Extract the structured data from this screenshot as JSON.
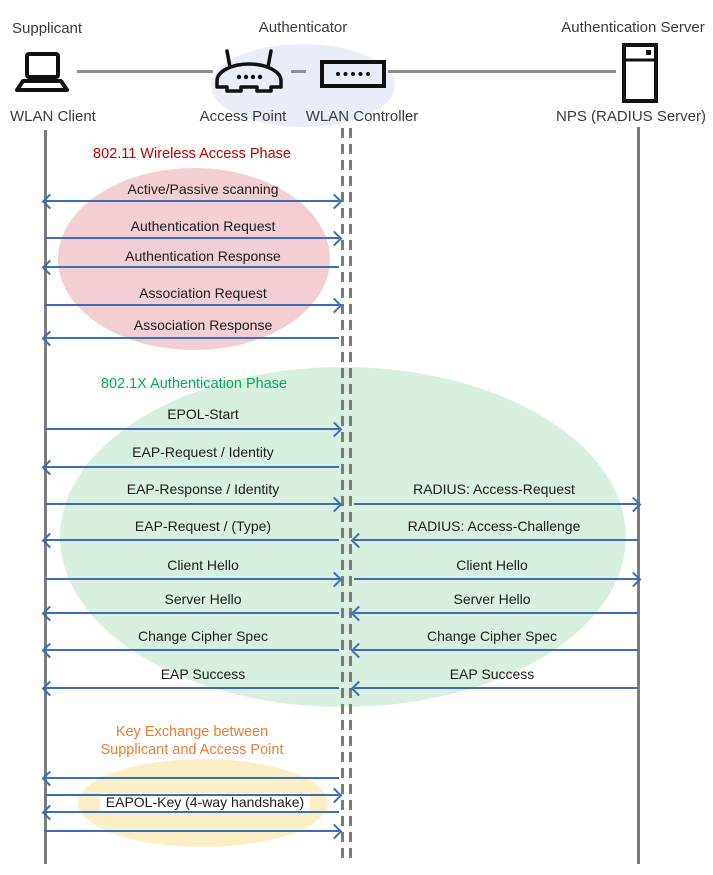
{
  "header": {
    "roles": [
      {
        "title": "Supplicant"
      },
      {
        "title": "Authenticator"
      },
      {
        "title": "Authentication Server"
      }
    ]
  },
  "nodes": {
    "wlan_client": "WLAN Client",
    "access_point": "Access Point",
    "wlan_controller": "WLAN Controller",
    "nps": "NPS (RADIUS Server)"
  },
  "icons": {
    "laptop": "laptop-icon",
    "access_point": "wireless-router-icon",
    "wlan_controller": "switch-icon",
    "server": "server-icon"
  },
  "phases": {
    "p80211": {
      "title": "802.11 Wireless Access Phase",
      "title_color": "#C00000",
      "fill": "#F3CFD3"
    },
    "p8021x": {
      "title": "802.1X Authentication Phase",
      "title_color": "#00B050",
      "fill": "#D9EFDF"
    },
    "key_exchange": {
      "title_line1": "Key Exchange between",
      "title_line2": "Supplicant and Access Point",
      "title_color": "#ED7D31",
      "fill": "#FCEFC5"
    }
  },
  "messages": [
    {
      "label": "Active/Passive scanning",
      "lane": "client-controller",
      "direction": "both"
    },
    {
      "label": "Authentication Request",
      "lane": "client-controller",
      "direction": "right"
    },
    {
      "label": "Authentication Response",
      "lane": "client-controller",
      "direction": "left"
    },
    {
      "label": "Association Request",
      "lane": "client-controller",
      "direction": "right"
    },
    {
      "label": "Association Response",
      "lane": "client-controller",
      "direction": "left"
    },
    {
      "label": "EPOL-Start",
      "lane": "client-controller",
      "direction": "right"
    },
    {
      "label": "EAP-Request / Identity",
      "lane": "client-controller",
      "direction": "left"
    },
    {
      "label": "EAP-Response / Identity",
      "lane": "client-controller",
      "direction": "right"
    },
    {
      "label": "RADIUS: Access-Request",
      "lane": "controller-server",
      "direction": "right"
    },
    {
      "label": "EAP-Request / (Type)",
      "lane": "client-controller",
      "direction": "left"
    },
    {
      "label": "RADIUS: Access-Challenge",
      "lane": "controller-server",
      "direction": "left"
    },
    {
      "label": "Client Hello",
      "lane": "client-controller",
      "direction": "right"
    },
    {
      "label": "Client Hello",
      "lane": "controller-server",
      "direction": "right"
    },
    {
      "label": "Server Hello",
      "lane": "client-controller",
      "direction": "left"
    },
    {
      "label": "Server Hello",
      "lane": "controller-server",
      "direction": "left"
    },
    {
      "label": "Change Cipher Spec",
      "lane": "client-controller",
      "direction": "left"
    },
    {
      "label": "Change Cipher Spec",
      "lane": "controller-server",
      "direction": "left"
    },
    {
      "label": "EAP Success",
      "lane": "client-controller",
      "direction": "left"
    },
    {
      "label": "EAP Success",
      "lane": "controller-server",
      "direction": "left"
    },
    {
      "label": "EAPOL-Key (4-way handshake)",
      "lane": "client-controller",
      "direction": "both"
    }
  ],
  "colors": {
    "arrow": "#3E6CB5",
    "lifeline": "#7C7C7C",
    "connector": "#8F8F8F",
    "authenticator_bg": "#E9EDF7",
    "icon": "#111111"
  }
}
